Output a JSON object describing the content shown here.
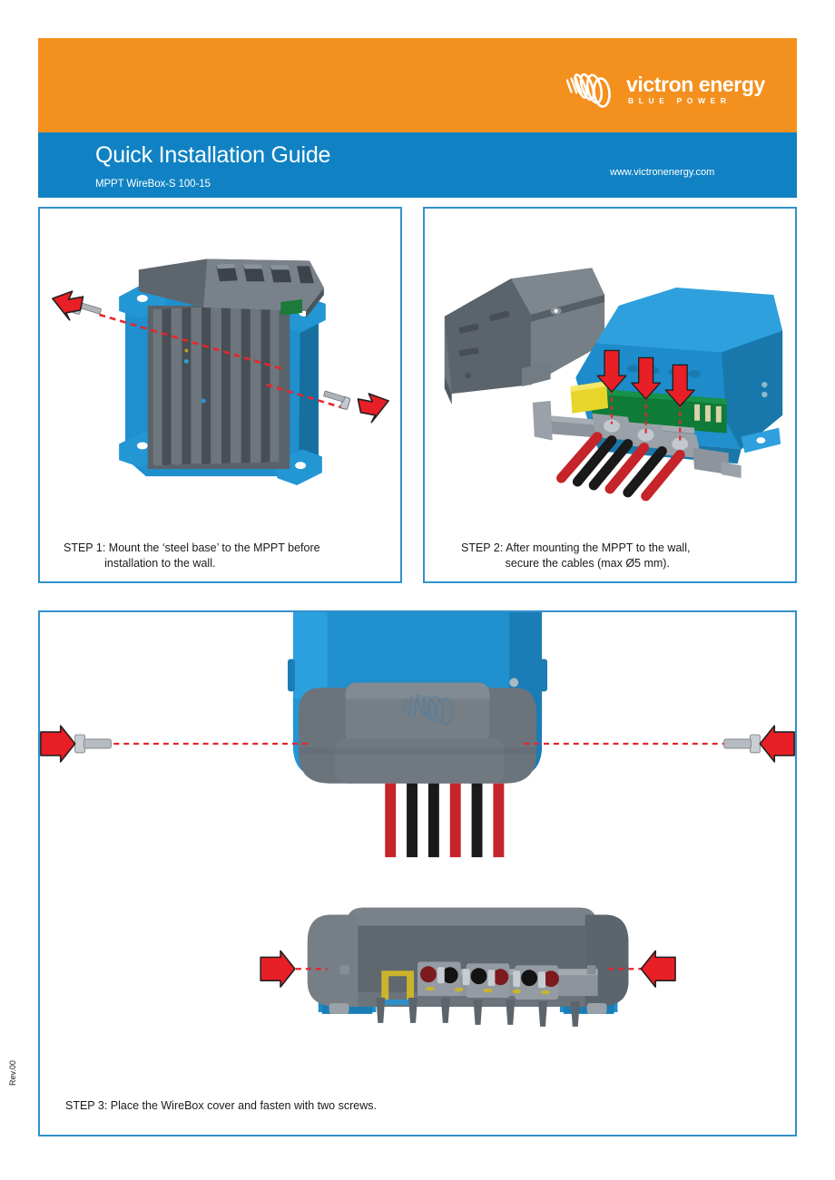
{
  "header": {
    "title": "Quick Installation Guide",
    "subtitle": "MPPT WireBox-S 100-15",
    "url": "www.victronenergy.com",
    "logo": {
      "wordmark": "victron energy",
      "tagline": "BLUE POWER",
      "mark_name": "victron-swoosh-icon"
    },
    "colors": {
      "orange_band": "#f4901e",
      "blue_band": "#1082c3",
      "panel_border": "#3391cc"
    }
  },
  "steps": [
    {
      "id": "step1",
      "caption": "STEP 1: Mount the ‘steel base’ to the MPPT before\n             installation to the wall.",
      "illustration": "mppt-with-steel-base-exploded-screws"
    },
    {
      "id": "step2",
      "caption": "STEP 2: After mounting the MPPT to the wall,\n              secure the cables (max Ø5 mm).",
      "illustration": "wirebox-cover-open-with-cable-clamps"
    },
    {
      "id": "step3",
      "caption": "STEP 3: Place the WireBox cover and fasten with two screws.",
      "illustration": "wirebox-cover-front-and-bottom-views"
    }
  ],
  "footer": {
    "revision": "Rev.00"
  },
  "art_colors": {
    "victron_blue": "#1f8fcd",
    "victron_blue_dark": "#156f9f",
    "body_grey": "#6b747c",
    "body_grey_dark": "#4c545b",
    "heatsink_grey": "#555c63",
    "arrow_red": "#e81f26",
    "dash_red": "#e8252b",
    "cable_red": "#c4242a",
    "cable_black": "#1a1a1a",
    "pcb_green": "#0f7b39",
    "component_yellow": "#e8d52a",
    "screw_grey": "#b9bec2"
  }
}
